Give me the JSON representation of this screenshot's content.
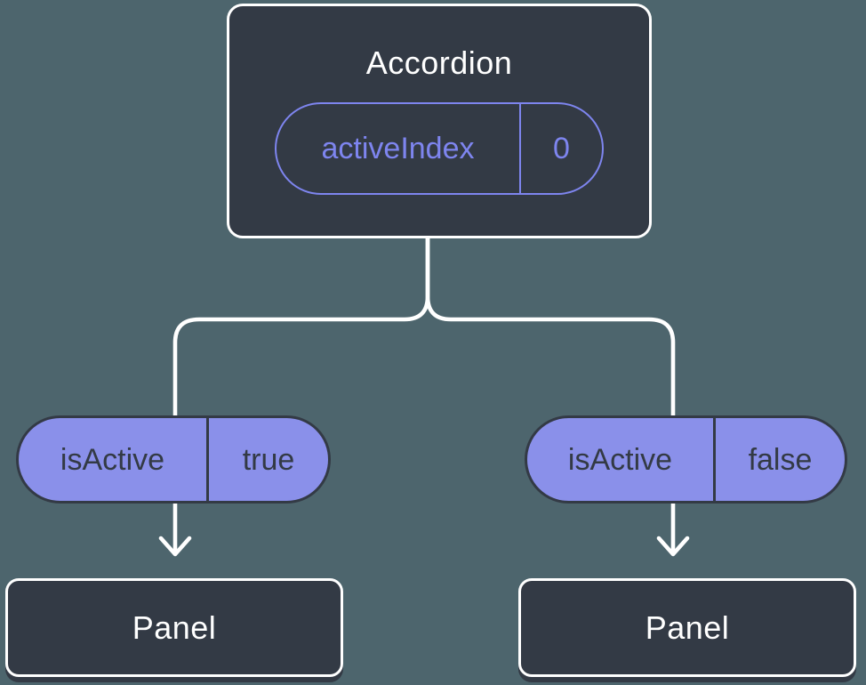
{
  "colors": {
    "background": "#4d656d",
    "node_fill": "#333a45",
    "node_border": "#ffffff",
    "pill_fill": "#8a90ea",
    "pill_border": "#333a45",
    "accent": "#7e85ef",
    "connector": "#ffffff"
  },
  "diagram": {
    "type": "component-tree",
    "root": {
      "title": "Accordion",
      "state_pill": {
        "label": "activeIndex",
        "value": "0"
      }
    },
    "children": [
      {
        "prop_pill": {
          "label": "isActive",
          "value": "true"
        },
        "node": {
          "title": "Panel"
        }
      },
      {
        "prop_pill": {
          "label": "isActive",
          "value": "false"
        },
        "node": {
          "title": "Panel"
        }
      }
    ]
  }
}
